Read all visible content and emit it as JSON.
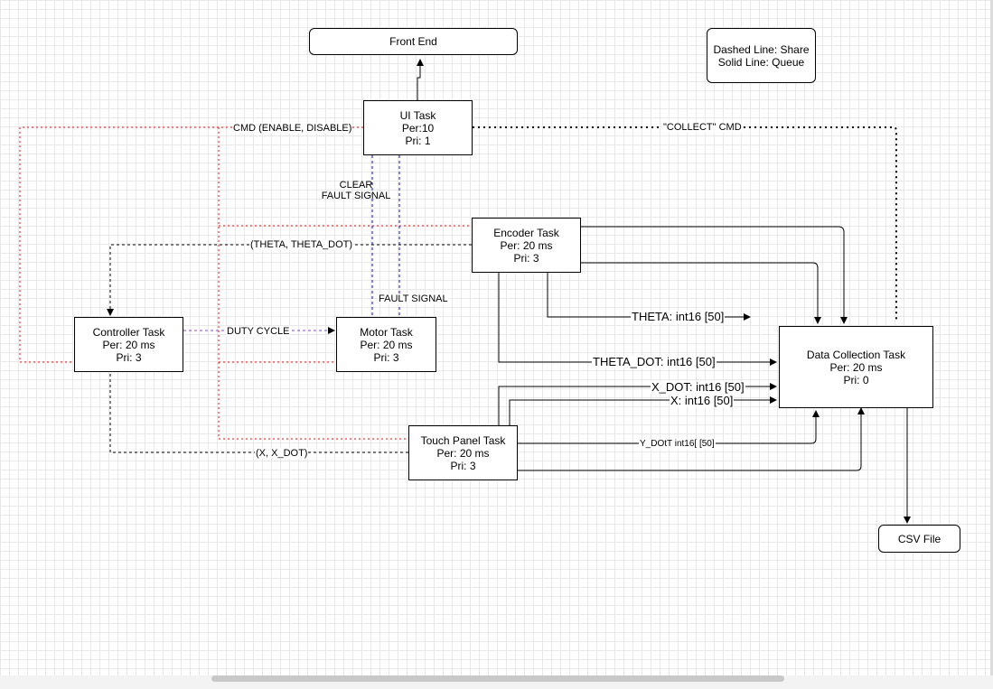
{
  "nodes": {
    "front_end": {
      "lines": [
        "Front End"
      ]
    },
    "legend": {
      "lines": [
        "Dashed Line: Share",
        "Solid Line: Queue"
      ]
    },
    "ui_task": {
      "lines": [
        "UI Task",
        "Per:10",
        "Pri: 1"
      ]
    },
    "encoder_task": {
      "lines": [
        "Encoder Task",
        "Per: 20 ms",
        "Pri: 3"
      ]
    },
    "controller_task": {
      "lines": [
        "Controller Task",
        "Per: 20 ms",
        "Pri: 3"
      ]
    },
    "motor_task": {
      "lines": [
        "Motor Task",
        "Per: 20 ms",
        "Pri: 3"
      ]
    },
    "data_collection_task": {
      "lines": [
        "Data Collection Task",
        "Per: 20 ms",
        "Pri: 0"
      ]
    },
    "touch_panel_task": {
      "lines": [
        "Touch Panel Task",
        "Per: 20 ms",
        "Pri: 3"
      ]
    },
    "csv_file": {
      "lines": [
        "CSV File"
      ]
    }
  },
  "edge_labels": {
    "cmd": "CMD (ENABLE, DISABLE)",
    "collect_cmd": "\"COLLECT\" CMD",
    "clear_fault": [
      "CLEAR",
      "FAULT SIGNAL"
    ],
    "fault_signal": "FAULT SIGNAL",
    "theta_share": "(THETA, THETA_DOT)",
    "duty_cycle": "DUTY CYCLE",
    "x_share": "(X, X_DOT)",
    "theta_queue": "THETA: int16 [50]",
    "theta_dot_queue": "THETA_DOT: int16 [50]",
    "x_dot_queue": "X_DOT: int16 [50]",
    "x_queue": "X: int16 [50]",
    "y_dot_queue": "Y_DOtT int16[ [50]"
  },
  "colors": {
    "ui_share": "#ff0000",
    "fault_share": "#0000ff",
    "duty_share": "#9933ff",
    "share": "#000000",
    "queue": "#000000"
  }
}
